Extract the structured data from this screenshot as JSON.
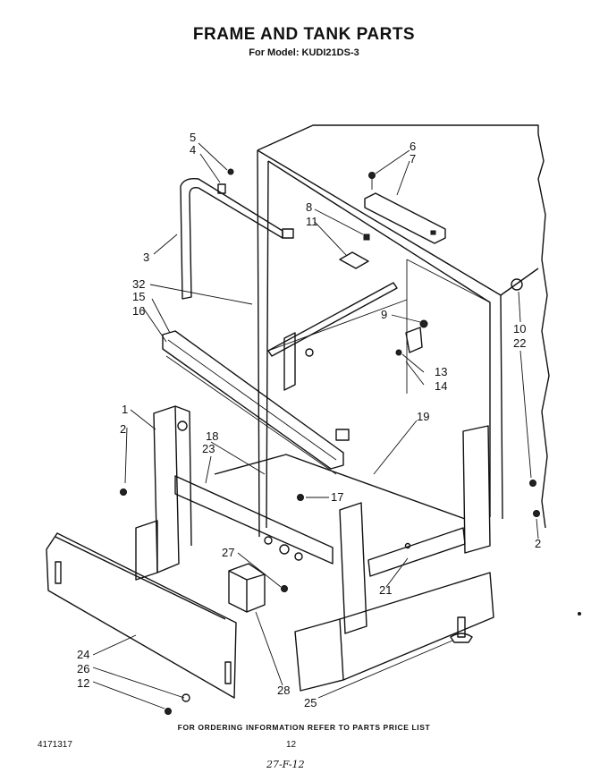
{
  "header": {
    "title": "FRAME AND TANK PARTS",
    "subtitle": "For Model: KUDI21DS-3"
  },
  "diagram": {
    "callouts": [
      "5",
      "4",
      "3",
      "32",
      "15",
      "16",
      "1",
      "2",
      "18",
      "23",
      "24",
      "26",
      "12",
      "6",
      "7",
      "8",
      "11",
      "9",
      "13",
      "14",
      "10",
      "22",
      "19",
      "17",
      "2",
      "21",
      "27",
      "28",
      "25"
    ]
  },
  "footer": {
    "ordering_note": "FOR ORDERING INFORMATION REFER TO PARTS PRICE LIST",
    "doc_number": "4171317",
    "page_number": "12",
    "handwritten": "27-F-12"
  }
}
